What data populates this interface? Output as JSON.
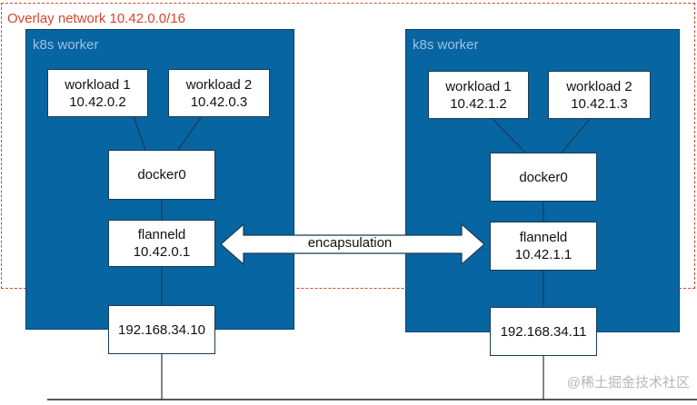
{
  "overlay": {
    "label": "Overlay network 10.42.0.0/16"
  },
  "workers": [
    {
      "label": "k8s worker",
      "workloads": [
        {
          "name": "workload 1",
          "ip": "10.42.0.2"
        },
        {
          "name": "workload 2",
          "ip": "10.42.0.3"
        }
      ],
      "bridge": "docker0",
      "flannel": {
        "name": "flanneld",
        "ip": "10.42.0.1"
      },
      "host_ip": "192.168.34.10"
    },
    {
      "label": "k8s worker",
      "workloads": [
        {
          "name": "workload 1",
          "ip": "10.42.1.2"
        },
        {
          "name": "workload 2",
          "ip": "10.42.1.3"
        }
      ],
      "bridge": "docker0",
      "flannel": {
        "name": "flanneld",
        "ip": "10.42.1.1"
      },
      "host_ip": "192.168.34.11"
    }
  ],
  "tunnel": {
    "label": "encapsulation"
  },
  "watermark": "@稀土掘金技术社区",
  "colors": {
    "worker": "#0765a2",
    "overlay_border": "#d9442b"
  }
}
